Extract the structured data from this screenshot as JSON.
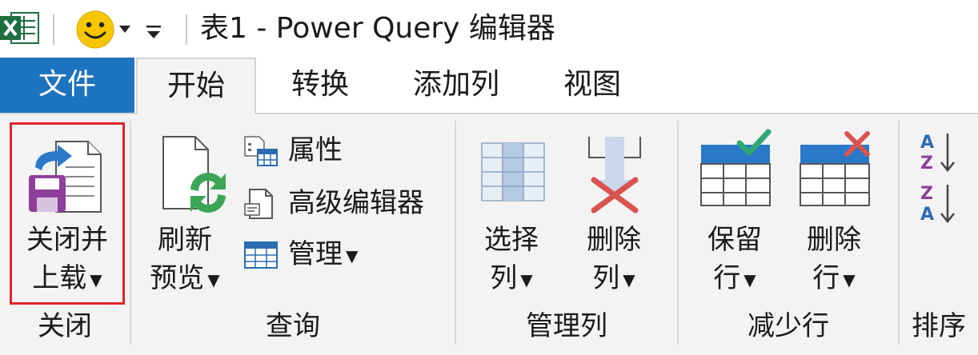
{
  "window": {
    "title": "表1 - Power Query 编辑器"
  },
  "tabs": {
    "file": "文件",
    "home": "开始",
    "transform": "转换",
    "add_column": "添加列",
    "view": "视图"
  },
  "groups": {
    "close": {
      "label": "关闭",
      "close_load_line1": "关闭并",
      "close_load_line2": "上载"
    },
    "query": {
      "label": "查询",
      "refresh_line1": "刷新",
      "refresh_line2": "预览",
      "properties": "属性",
      "advanced_editor": "高级编辑器",
      "manage": "管理"
    },
    "manage_columns": {
      "label": "管理列",
      "choose_line1": "选择",
      "choose_line2": "列",
      "remove_line1": "删除",
      "remove_line2": "列"
    },
    "reduce_rows": {
      "label": "减少行",
      "keep_line1": "保留",
      "keep_line2": "行",
      "remove_line1": "删除",
      "remove_line2": "行"
    },
    "sort": {
      "label": "排序"
    }
  },
  "colors": {
    "file_tab": "#1e73be",
    "ribbon_bg": "#f3f3f3",
    "highlight": "#e0242b",
    "accent_green": "#3aa655",
    "delete_red": "#d9534f"
  }
}
